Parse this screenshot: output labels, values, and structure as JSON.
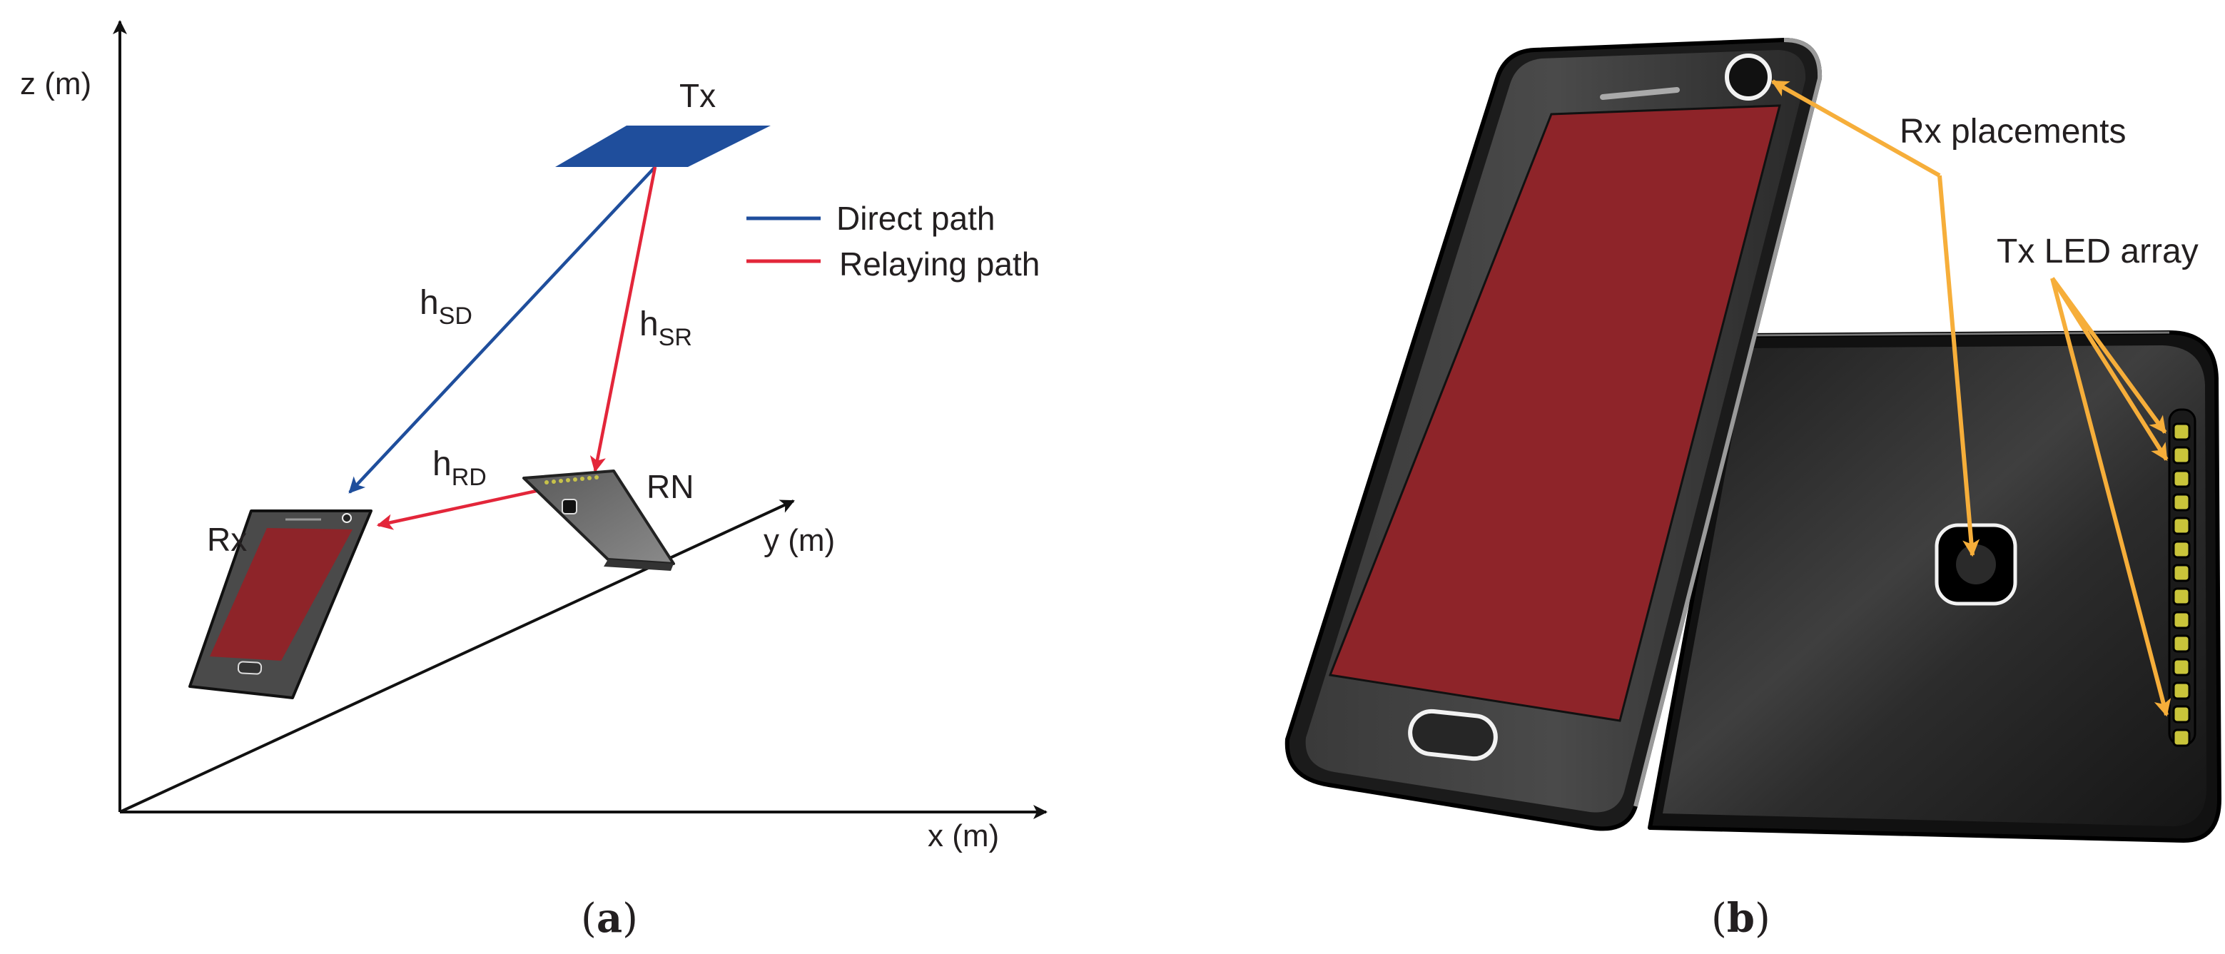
{
  "panel_a": {
    "axes": {
      "z_label": "z (m)",
      "y_label": "y (m)",
      "x_label": "x (m)"
    },
    "nodes": {
      "tx": "Tx",
      "rx": "Rx",
      "rn": "RN"
    },
    "links": {
      "h": "h",
      "sd": "SD",
      "sr": "SR",
      "rd": "RD"
    },
    "legend": {
      "direct": "Direct path",
      "relaying": "Relaying path"
    },
    "caption": {
      "open": "(",
      "letter": "a",
      "close": ")"
    }
  },
  "panel_b": {
    "rx_placements": "Rx placements",
    "tx_led_array": "Tx LED array",
    "caption": {
      "open": "(",
      "letter": "b",
      "close": ")"
    }
  },
  "colors": {
    "direct_path": "#1f4e9c",
    "relaying_path": "#e3263a",
    "annotation_arrow": "#f6ae3a",
    "screen": "#8e2429",
    "tx_plane": "#1f4e9c",
    "phone_body": "#2b2b2b"
  }
}
